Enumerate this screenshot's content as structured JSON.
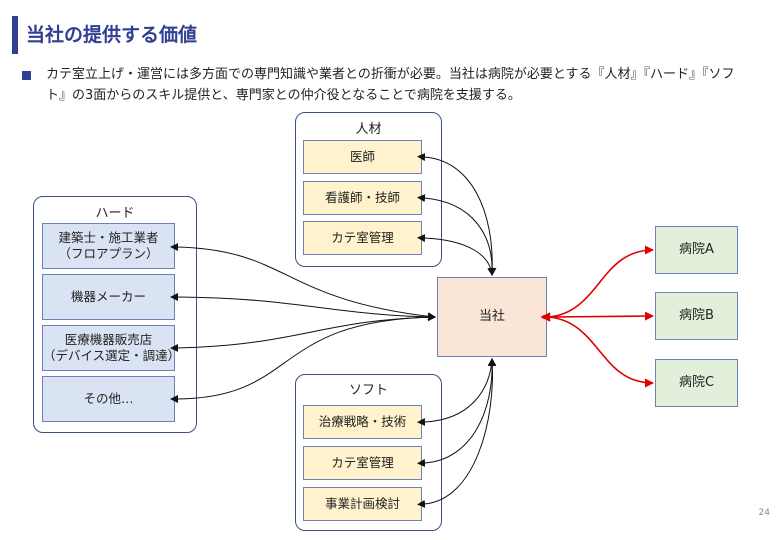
{
  "header": {
    "title": "当社の提供する価値"
  },
  "description": "カテ室立上げ・運営には多方面での専門知識や業者との折衝が必要。当社は病院が必要とする『人材』『ハード』『ソフト』の3面からのスキル提供と、専門家との仲介役となることで病院を支援する。",
  "groups": {
    "jinzai": {
      "label": "人材",
      "items": [
        "医師",
        "看護師・技師",
        "カテ室管理"
      ]
    },
    "hard": {
      "label": "ハード",
      "items": [
        "建築士・施工業者\n（フロアプラン）",
        "機器メーカー",
        "医療機器販売店\n（デバイス選定・調達）",
        "その他…"
      ]
    },
    "soft": {
      "label": "ソフト",
      "items": [
        "治療戦略・技術",
        "カテ室管理",
        "事業計画検討"
      ]
    }
  },
  "company": "当社",
  "hospitals": [
    "病院A",
    "病院B",
    "病院C"
  ],
  "colors": {
    "title": "#2f3f93",
    "red_arrow": "#e00000",
    "black_arrow": "#111111"
  },
  "page_number": "24"
}
